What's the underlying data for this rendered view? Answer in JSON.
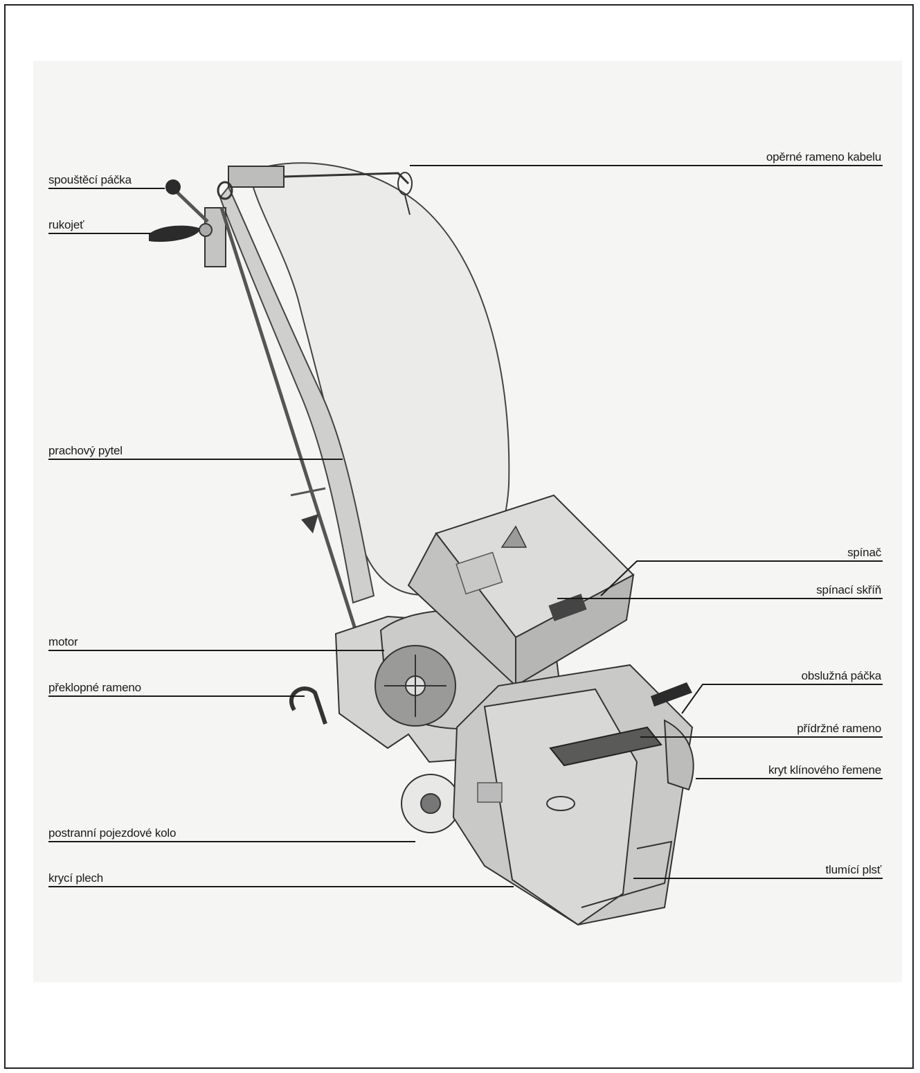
{
  "labels": {
    "left": {
      "start_lever": "spouštěcí páčka",
      "handle": "rukojeť",
      "dust_bag": "prachový pytel",
      "motor": "motor",
      "tilting_arm": "překlopné rameno",
      "side_wheel": "postranní pojezdové kolo",
      "cover_plate": "krycí plech"
    },
    "right": {
      "cable_arm": "opěrné rameno kabelu",
      "switch": "spínač",
      "switch_box": "spínací skříň",
      "operating_lever": "obslužná páčka",
      "holding_arm": "přídržné rameno",
      "belt_cover": "kryt klínového řemene",
      "damping_felt": "tlumící plsť"
    }
  },
  "colors": {
    "frame": "#222222",
    "leader": "#1a1a1a",
    "body": "#d4d4d2",
    "bag": "#ebebea",
    "dark": "#2b2b2b"
  }
}
